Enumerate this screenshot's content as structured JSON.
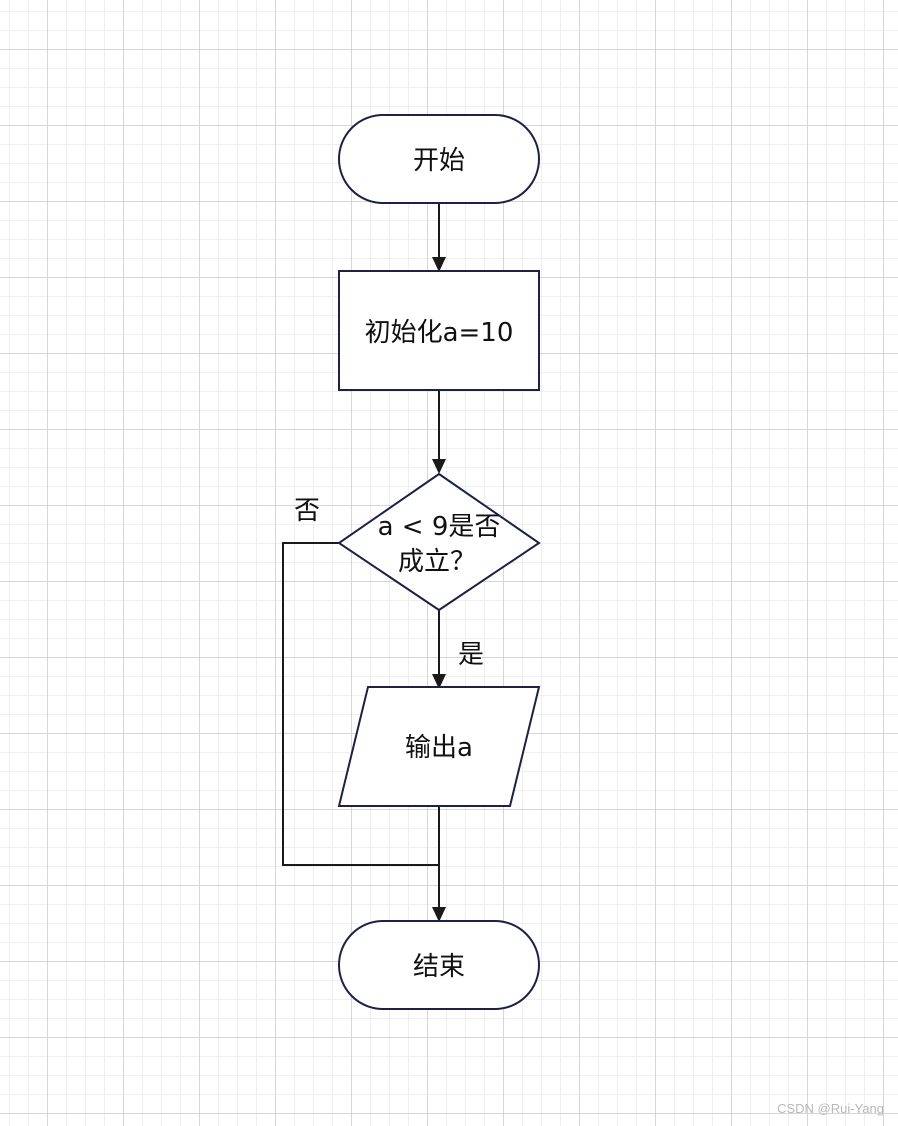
{
  "diagram": {
    "start": "开始",
    "init": "初始化a=10",
    "decision_line1": "a < 9是否",
    "decision_line2": "成立？",
    "output": "输出a",
    "end": "结束",
    "label_yes": "是",
    "label_no": "否"
  },
  "watermark": "CSDN @Rui-Yang",
  "colors": {
    "shape_stroke": "#1c2147",
    "connector": "#1a1a1a",
    "text": "#111111"
  }
}
